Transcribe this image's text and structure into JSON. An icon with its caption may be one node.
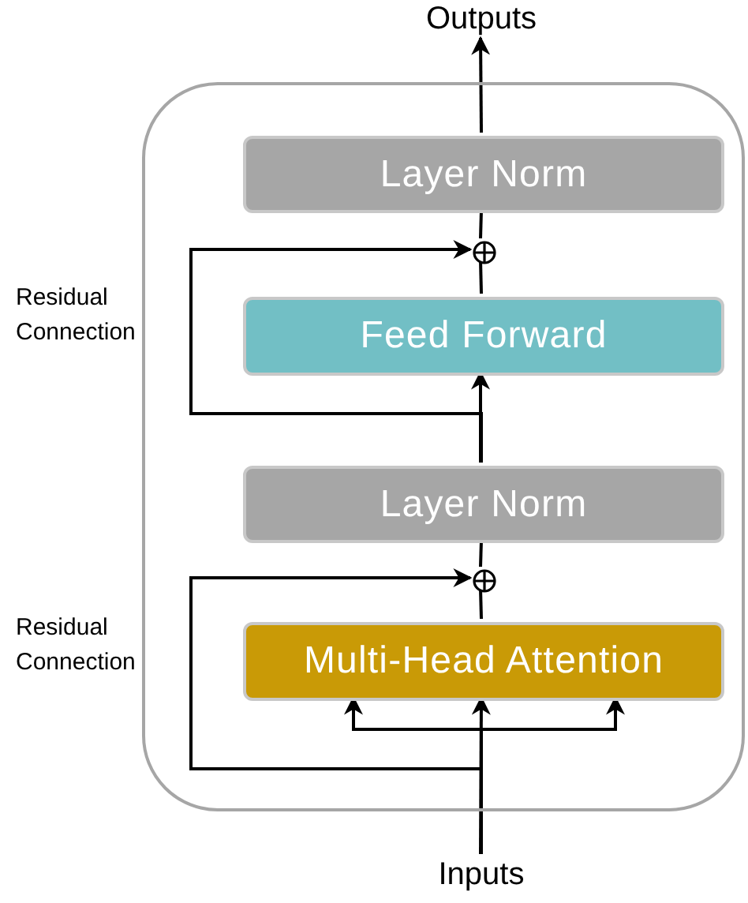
{
  "diagram": {
    "nodes": [
      {
        "text": [],
        "shape": "box"
      },
      {
        "text": [
          "Outputs"
        ]
      },
      {
        "text": [
          "Layer Norm"
        ],
        "in": 0
      },
      {
        "text": [],
        "shape": "circle",
        "in": 0
      },
      {
        "text": [
          "Feed Forward"
        ],
        "in": 0
      },
      {
        "text": [
          "Layer Norm"
        ],
        "in": 0
      },
      {
        "text": [],
        "shape": "circle",
        "in": 0
      },
      {
        "text": [
          "Multi-Head Attention"
        ],
        "in": 0
      },
      {
        "text": [
          "Inputs"
        ]
      }
    ],
    "edges": [
      {
        "from": 8,
        "to": 7,
        "arrow": "to"
      },
      {
        "from": 8,
        "to": 7,
        "arrow": "to"
      },
      {
        "from": 8,
        "to": 7,
        "arrow": "to"
      },
      {
        "from": 8,
        "to": 6,
        "arrow": "to"
      },
      {
        "from": 7,
        "to": 6,
        "arrow": "none"
      },
      {
        "from": 6,
        "to": 5,
        "arrow": "none"
      },
      {
        "from": 5,
        "to": 4,
        "arrow": "to"
      },
      {
        "from": 5,
        "to": 3,
        "arrow": "to"
      },
      {
        "from": 4,
        "to": 3,
        "arrow": "none"
      },
      {
        "from": 3,
        "to": 2,
        "arrow": "none"
      },
      {
        "from": 2,
        "to": 1,
        "arrow": "to"
      }
    ],
    "labels": [
      "Residual Connection",
      "Residual Connection"
    ]
  }
}
